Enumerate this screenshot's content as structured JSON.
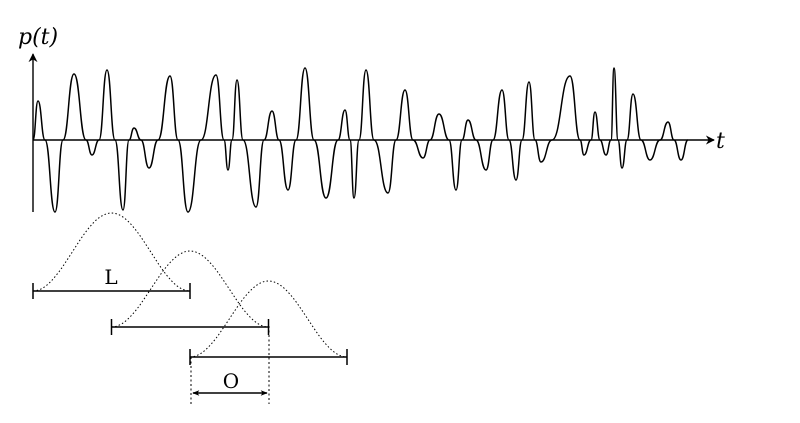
{
  "diagram": {
    "y_axis_label": "p(t)",
    "x_axis_label": "t",
    "frame_length_label": "L",
    "overlap_label": "O",
    "windows": [
      {
        "start": 0,
        "end": 1
      },
      {
        "start": 0.5,
        "end": 1.5
      },
      {
        "start": 1.0,
        "end": 2.0
      }
    ]
  }
}
